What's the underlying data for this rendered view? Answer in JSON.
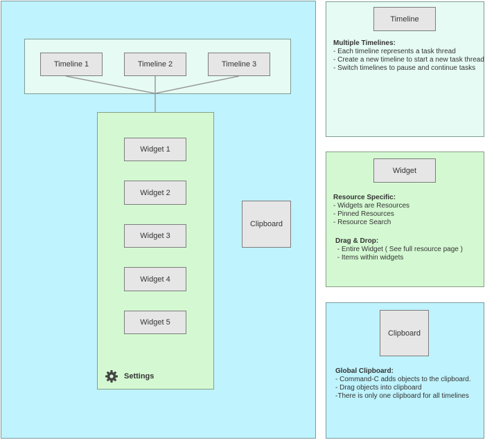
{
  "main": {
    "timelines": [
      "Timeline 1",
      "Timeline 2",
      "Timeline 3"
    ],
    "widgets": [
      "Widget 1",
      "Widget 2",
      "Widget 3",
      "Widget 4",
      "Widget 5"
    ],
    "clipboard_label": "Clipboard",
    "settings_label": "Settings",
    "settings_icon": "gear-icon"
  },
  "cards": {
    "timeline": {
      "box_label": "Timeline",
      "sections": [
        {
          "heading": "Multiple Timelines:",
          "items": [
            "- Each timeline represents a task thread",
            "- Create a new timeline to start a new task thread",
            "- Switch timelines to pause and continue tasks"
          ]
        }
      ]
    },
    "widget": {
      "box_label": "Widget",
      "sections": [
        {
          "heading": "Resource Specific:",
          "items": [
            "- Widgets are Resources",
            "- Pinned Resources",
            "- Resource Search"
          ]
        },
        {
          "heading": "Drag & Drop:",
          "items": [
            " - Entire Widget ( See full resource page )",
            " - Items within widgets"
          ]
        }
      ]
    },
    "clipboard": {
      "box_label": "Clipboard",
      "sections": [
        {
          "heading": "Global Clipboard:",
          "items": [
            "- Command-C adds objects to the clipboard.",
            "- Drag objects into clipboard",
            "-There is only one clipboard for all timelines"
          ]
        }
      ]
    }
  },
  "colors": {
    "main_bg": "#bff3fd",
    "timeline_bg": "#e6fbf4",
    "widget_bg": "#d4f9d2",
    "box_bg": "#e6e6e6",
    "connector": "#999999"
  }
}
